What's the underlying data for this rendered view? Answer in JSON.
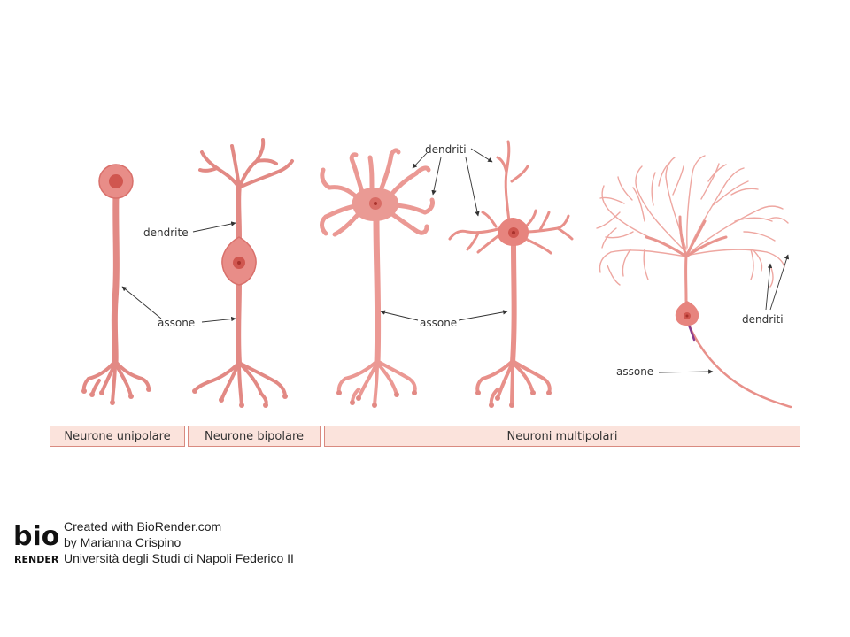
{
  "labels": {
    "dendrite": "dendrite",
    "dendriti_top": "dendriti",
    "dendriti_right": "dendriti",
    "assone_1": "assone",
    "assone_2": "assone",
    "assone_3": "assone"
  },
  "captions": {
    "unipolar": "Neurone unipolare",
    "bipolar": "Neurone bipolare",
    "multipolar": "Neuroni multipolari"
  },
  "credits": {
    "logo_top": "bio",
    "logo_bottom": "RENDER",
    "line1": "Created with BioRender.com",
    "line2": "by Marianna Crispino",
    "line3": "Università degli Studi di Napoli Federico II"
  },
  "colors": {
    "neuron": "#e8928c",
    "neuron_dark": "#d9706b",
    "caption_fill": "#fbe3dc",
    "caption_border": "#d98a80",
    "axon_hillock": "#8a3e8e"
  }
}
